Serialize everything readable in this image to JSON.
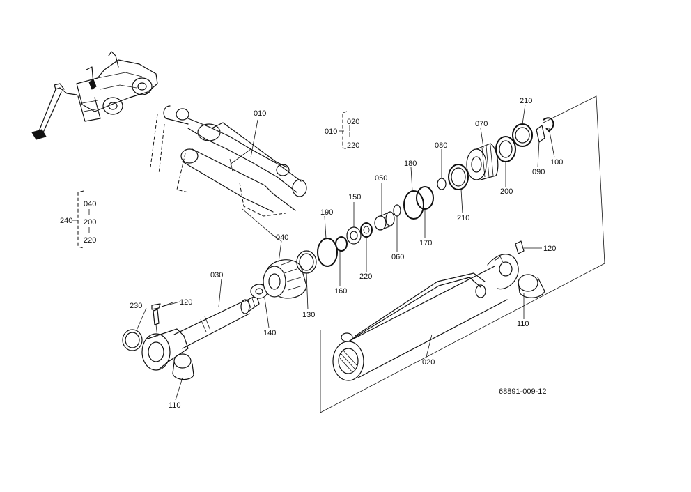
{
  "drawing_code": "68891-009-12",
  "callouts": {
    "p010": "010",
    "p020": "020",
    "p030": "030",
    "p040": "040",
    "p050": "050",
    "p060": "060",
    "p070": "070",
    "p080": "080",
    "p090": "090",
    "p100": "100",
    "p110a": "110",
    "p110b": "110",
    "p120a": "120",
    "p120b": "120",
    "p130": "130",
    "p140": "140",
    "p150": "150",
    "p160": "160",
    "p170": "170",
    "p180": "180",
    "p190": "190",
    "p200": "200",
    "p210a": "210",
    "p210b": "210",
    "p220": "220",
    "p230": "230"
  },
  "groups": {
    "g010": {
      "parent": "010",
      "from": "020",
      "to": "220"
    },
    "g240": {
      "parent": "240",
      "first": "040",
      "middle": "200",
      "last": "220"
    }
  }
}
